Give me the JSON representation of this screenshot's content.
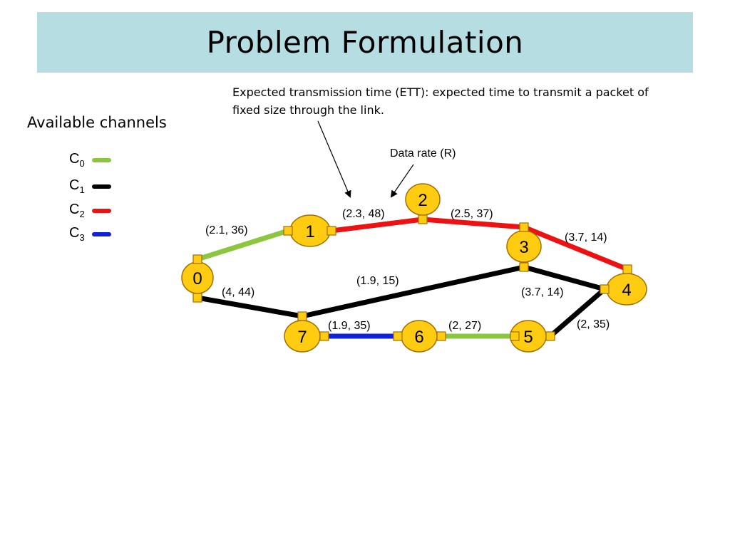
{
  "title": "Problem Formulation",
  "legend": {
    "heading": "Available channels",
    "channels": [
      {
        "base": "C",
        "sub": "0",
        "color": "#8cc63f"
      },
      {
        "base": "C",
        "sub": "1",
        "color": "#000000"
      },
      {
        "base": "C",
        "sub": "2",
        "color": "#ee1111"
      },
      {
        "base": "C",
        "sub": "3",
        "color": "#1020dd"
      }
    ]
  },
  "annotations": {
    "ett": "Expected transmission time (ETT): expected time to transmit a packet of fixed size through the link.",
    "data_rate": "Data rate (R)"
  },
  "nodes": [
    "0",
    "1",
    "2",
    "3",
    "4",
    "5",
    "6",
    "7"
  ],
  "links": [
    {
      "from": "0",
      "to": "1",
      "channel": "C0",
      "label": "(2.1, 36)"
    },
    {
      "from": "1",
      "to": "2",
      "channel": "C2",
      "label": "(2.3, 48)"
    },
    {
      "from": "2",
      "to": "3",
      "channel": "C2",
      "label": "(2.5, 37)"
    },
    {
      "from": "3",
      "to": "4",
      "channel": "C2",
      "label": "(3.7, 14)"
    },
    {
      "from": "7",
      "to": "3",
      "channel": "C1",
      "label": "(1.9, 15)"
    },
    {
      "from": "0",
      "to": "7",
      "channel": "C1",
      "label": "(4, 44)"
    },
    {
      "from": "3",
      "to": "4",
      "channel": "C1",
      "label": "(3.7, 14)"
    },
    {
      "from": "5",
      "to": "4",
      "channel": "C1",
      "label": "(2, 35)"
    },
    {
      "from": "7",
      "to": "6",
      "channel": "C3",
      "label": "(1.9, 35)"
    },
    {
      "from": "6",
      "to": "5",
      "channel": "C0",
      "label": "(2, 27)"
    }
  ],
  "colors": {
    "node_fill": "#ffcc11",
    "node_stroke": "#a07000",
    "title_bg": "#b6dde2"
  }
}
